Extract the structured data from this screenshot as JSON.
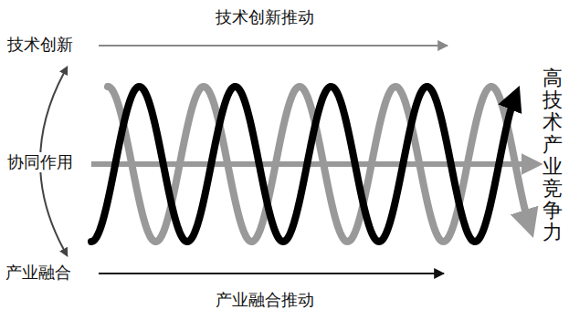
{
  "diagram": {
    "labels": [
      "技术创新推动",
      "技术创新",
      "协同作用",
      "产业融合",
      "产业融合推动",
      "高技术产业竞争力"
    ]
  }
}
